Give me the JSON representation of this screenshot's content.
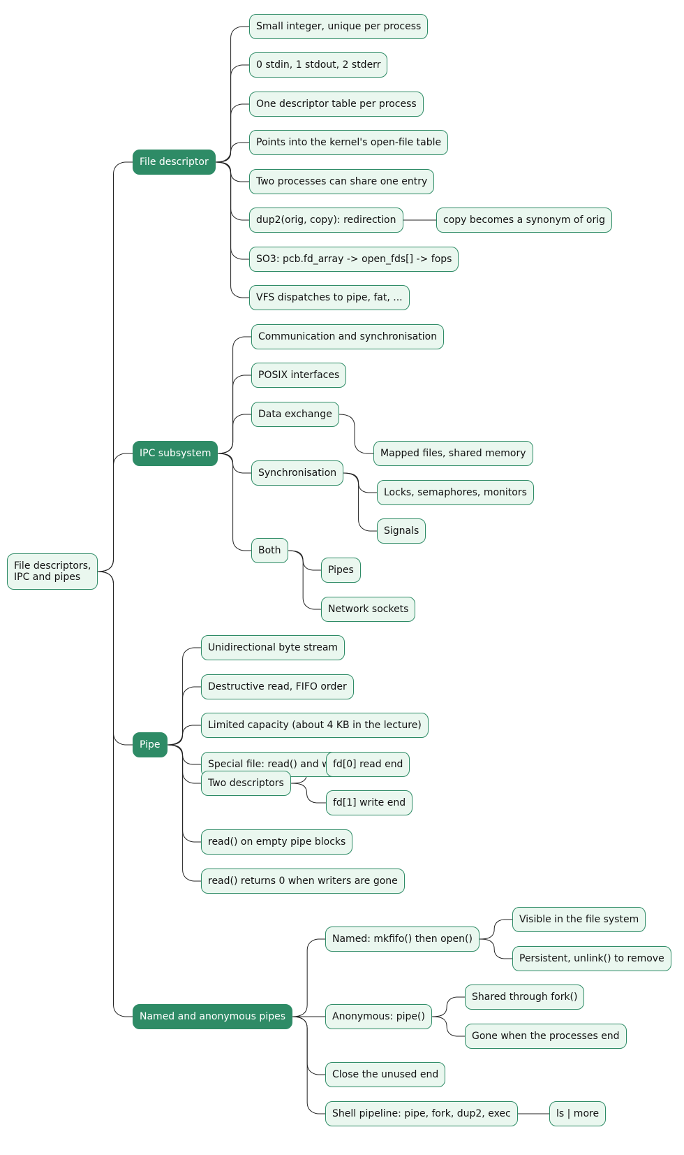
{
  "mindmap": {
    "root": {
      "label": "File descriptors,\nIPC and pipes",
      "children": [
        {
          "label": "File descriptor",
          "children": [
            {
              "label": "Small integer, unique per process"
            },
            {
              "label": "0 stdin, 1 stdout, 2 stderr"
            },
            {
              "label": "One descriptor table per process"
            },
            {
              "label": "Points into the kernel's open-file table"
            },
            {
              "label": "Two processes can share one entry"
            },
            {
              "label": "dup2(orig, copy): redirection",
              "children": [
                {
                  "label": "copy becomes a synonym of orig"
                }
              ]
            },
            {
              "label": "SO3: pcb.fd_array -> open_fds[] -> fops"
            },
            {
              "label": "VFS dispatches to pipe, fat, ..."
            }
          ]
        },
        {
          "label": "IPC subsystem",
          "children": [
            {
              "label": "Communication and synchronisation"
            },
            {
              "label": "POSIX interfaces"
            },
            {
              "label": "Data exchange",
              "children": [
                {
                  "label": "Mapped files, shared memory"
                }
              ]
            },
            {
              "label": "Synchronisation",
              "children": [
                {
                  "label": "Locks, semaphores, monitors"
                },
                {
                  "label": "Signals"
                }
              ]
            },
            {
              "label": "Both",
              "children": [
                {
                  "label": "Pipes"
                },
                {
                  "label": "Network sockets"
                }
              ]
            }
          ]
        },
        {
          "label": "Pipe",
          "children": [
            {
              "label": "Unidirectional byte stream"
            },
            {
              "label": "Destructive read, FIFO order"
            },
            {
              "label": "Limited capacity (about 4 KB in the lecture)"
            },
            {
              "label": "Special file: read() and write()"
            },
            {
              "label": "Two descriptors",
              "children": [
                {
                  "label": "fd[0] read end"
                },
                {
                  "label": "fd[1] write end"
                }
              ]
            },
            {
              "label": "read() on empty pipe blocks"
            },
            {
              "label": "read() returns 0 when writers are gone"
            }
          ]
        },
        {
          "label": "Named and anonymous pipes",
          "children": [
            {
              "label": "Named: mkfifo() then open()",
              "children": [
                {
                  "label": "Visible in the file system"
                },
                {
                  "label": "Persistent, unlink() to remove"
                }
              ]
            },
            {
              "label": "Anonymous: pipe()",
              "children": [
                {
                  "label": "Shared through fork()"
                },
                {
                  "label": "Gone when the processes end"
                }
              ]
            },
            {
              "label": "Close the unused end"
            },
            {
              "label": "Shell pipeline: pipe, fork, dup2, exec",
              "children": [
                {
                  "label": "ls | more"
                }
              ]
            }
          ]
        }
      ]
    }
  },
  "colors": {
    "node_fill": "#eaf7ef",
    "node_border": "#2e8b66",
    "branch_fill": "#2e8b66",
    "branch_text": "#ffffff",
    "connector": "#222222"
  }
}
